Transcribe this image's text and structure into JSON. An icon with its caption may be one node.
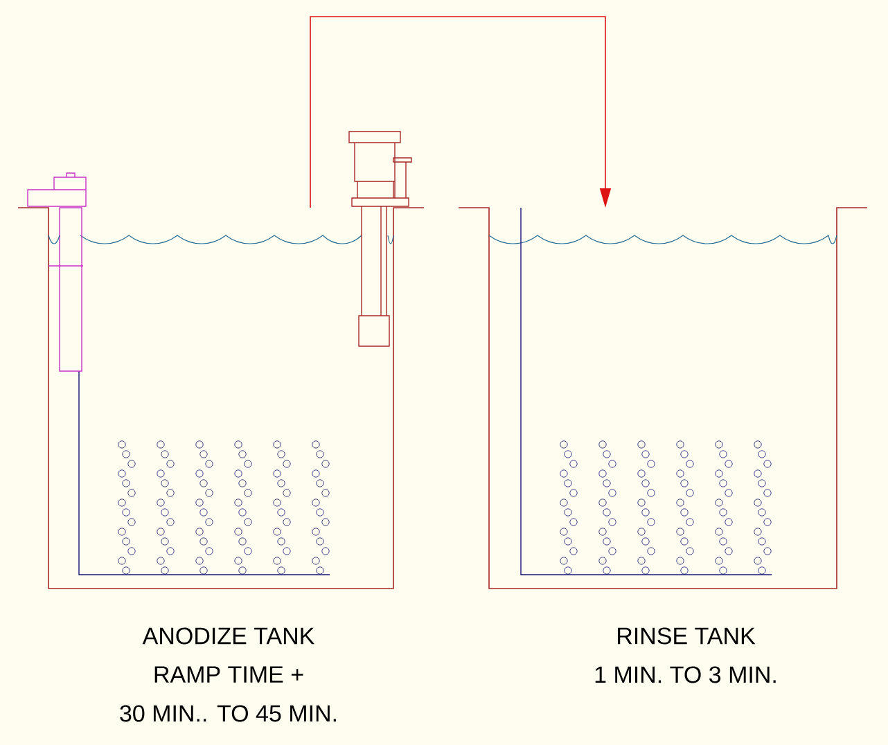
{
  "diagram": {
    "nodes": [
      {
        "text": [
          "ANODIZE TANK",
          "RAMP TIME +",
          "30 MIN.. TO 45 MIN."
        ]
      },
      {
        "text": [
          "RINSE TANK",
          "1 MIN. TO 3 MIN."
        ]
      }
    ],
    "edges": [
      {
        "from": 0,
        "to": 1,
        "arrow": "to"
      }
    ]
  }
}
